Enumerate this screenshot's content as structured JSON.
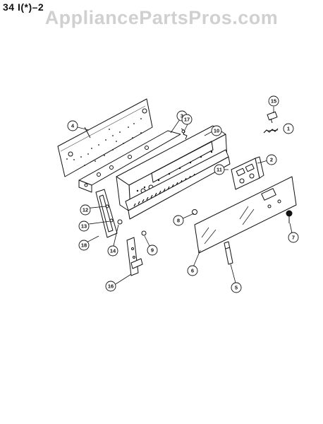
{
  "header": {
    "page_code": "34 I(*)–2",
    "watermark": "AppliancePartsPros.com"
  },
  "callouts": [
    "1",
    "2",
    "3",
    "4",
    "5",
    "6",
    "7",
    "8",
    "9",
    "10",
    "11",
    "12",
    "13",
    "14",
    "15",
    "16",
    "17",
    "18"
  ],
  "colors": {
    "line": "#111111",
    "paper": "#ffffff",
    "watermark": "#aaaaaa"
  }
}
